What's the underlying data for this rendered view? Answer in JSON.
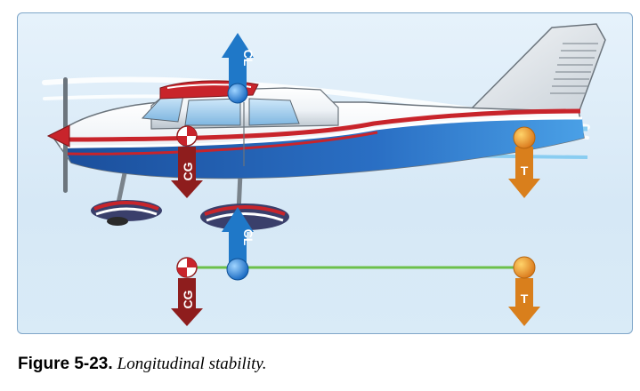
{
  "diagram": {
    "cl_label": "CL",
    "cg_label": "CG",
    "thrust_label": "T",
    "colors": {
      "lift": "#1f78c8",
      "cg": "#8e1d1d",
      "thrust": "#d97f1c",
      "balance_line": "#6cc04a",
      "fuselage_red": "#c8242b",
      "fuselage_blue": "#1f5fb0"
    }
  },
  "caption": {
    "figure_number": "Figure 5-23.",
    "title": "Longitudinal stability."
  }
}
